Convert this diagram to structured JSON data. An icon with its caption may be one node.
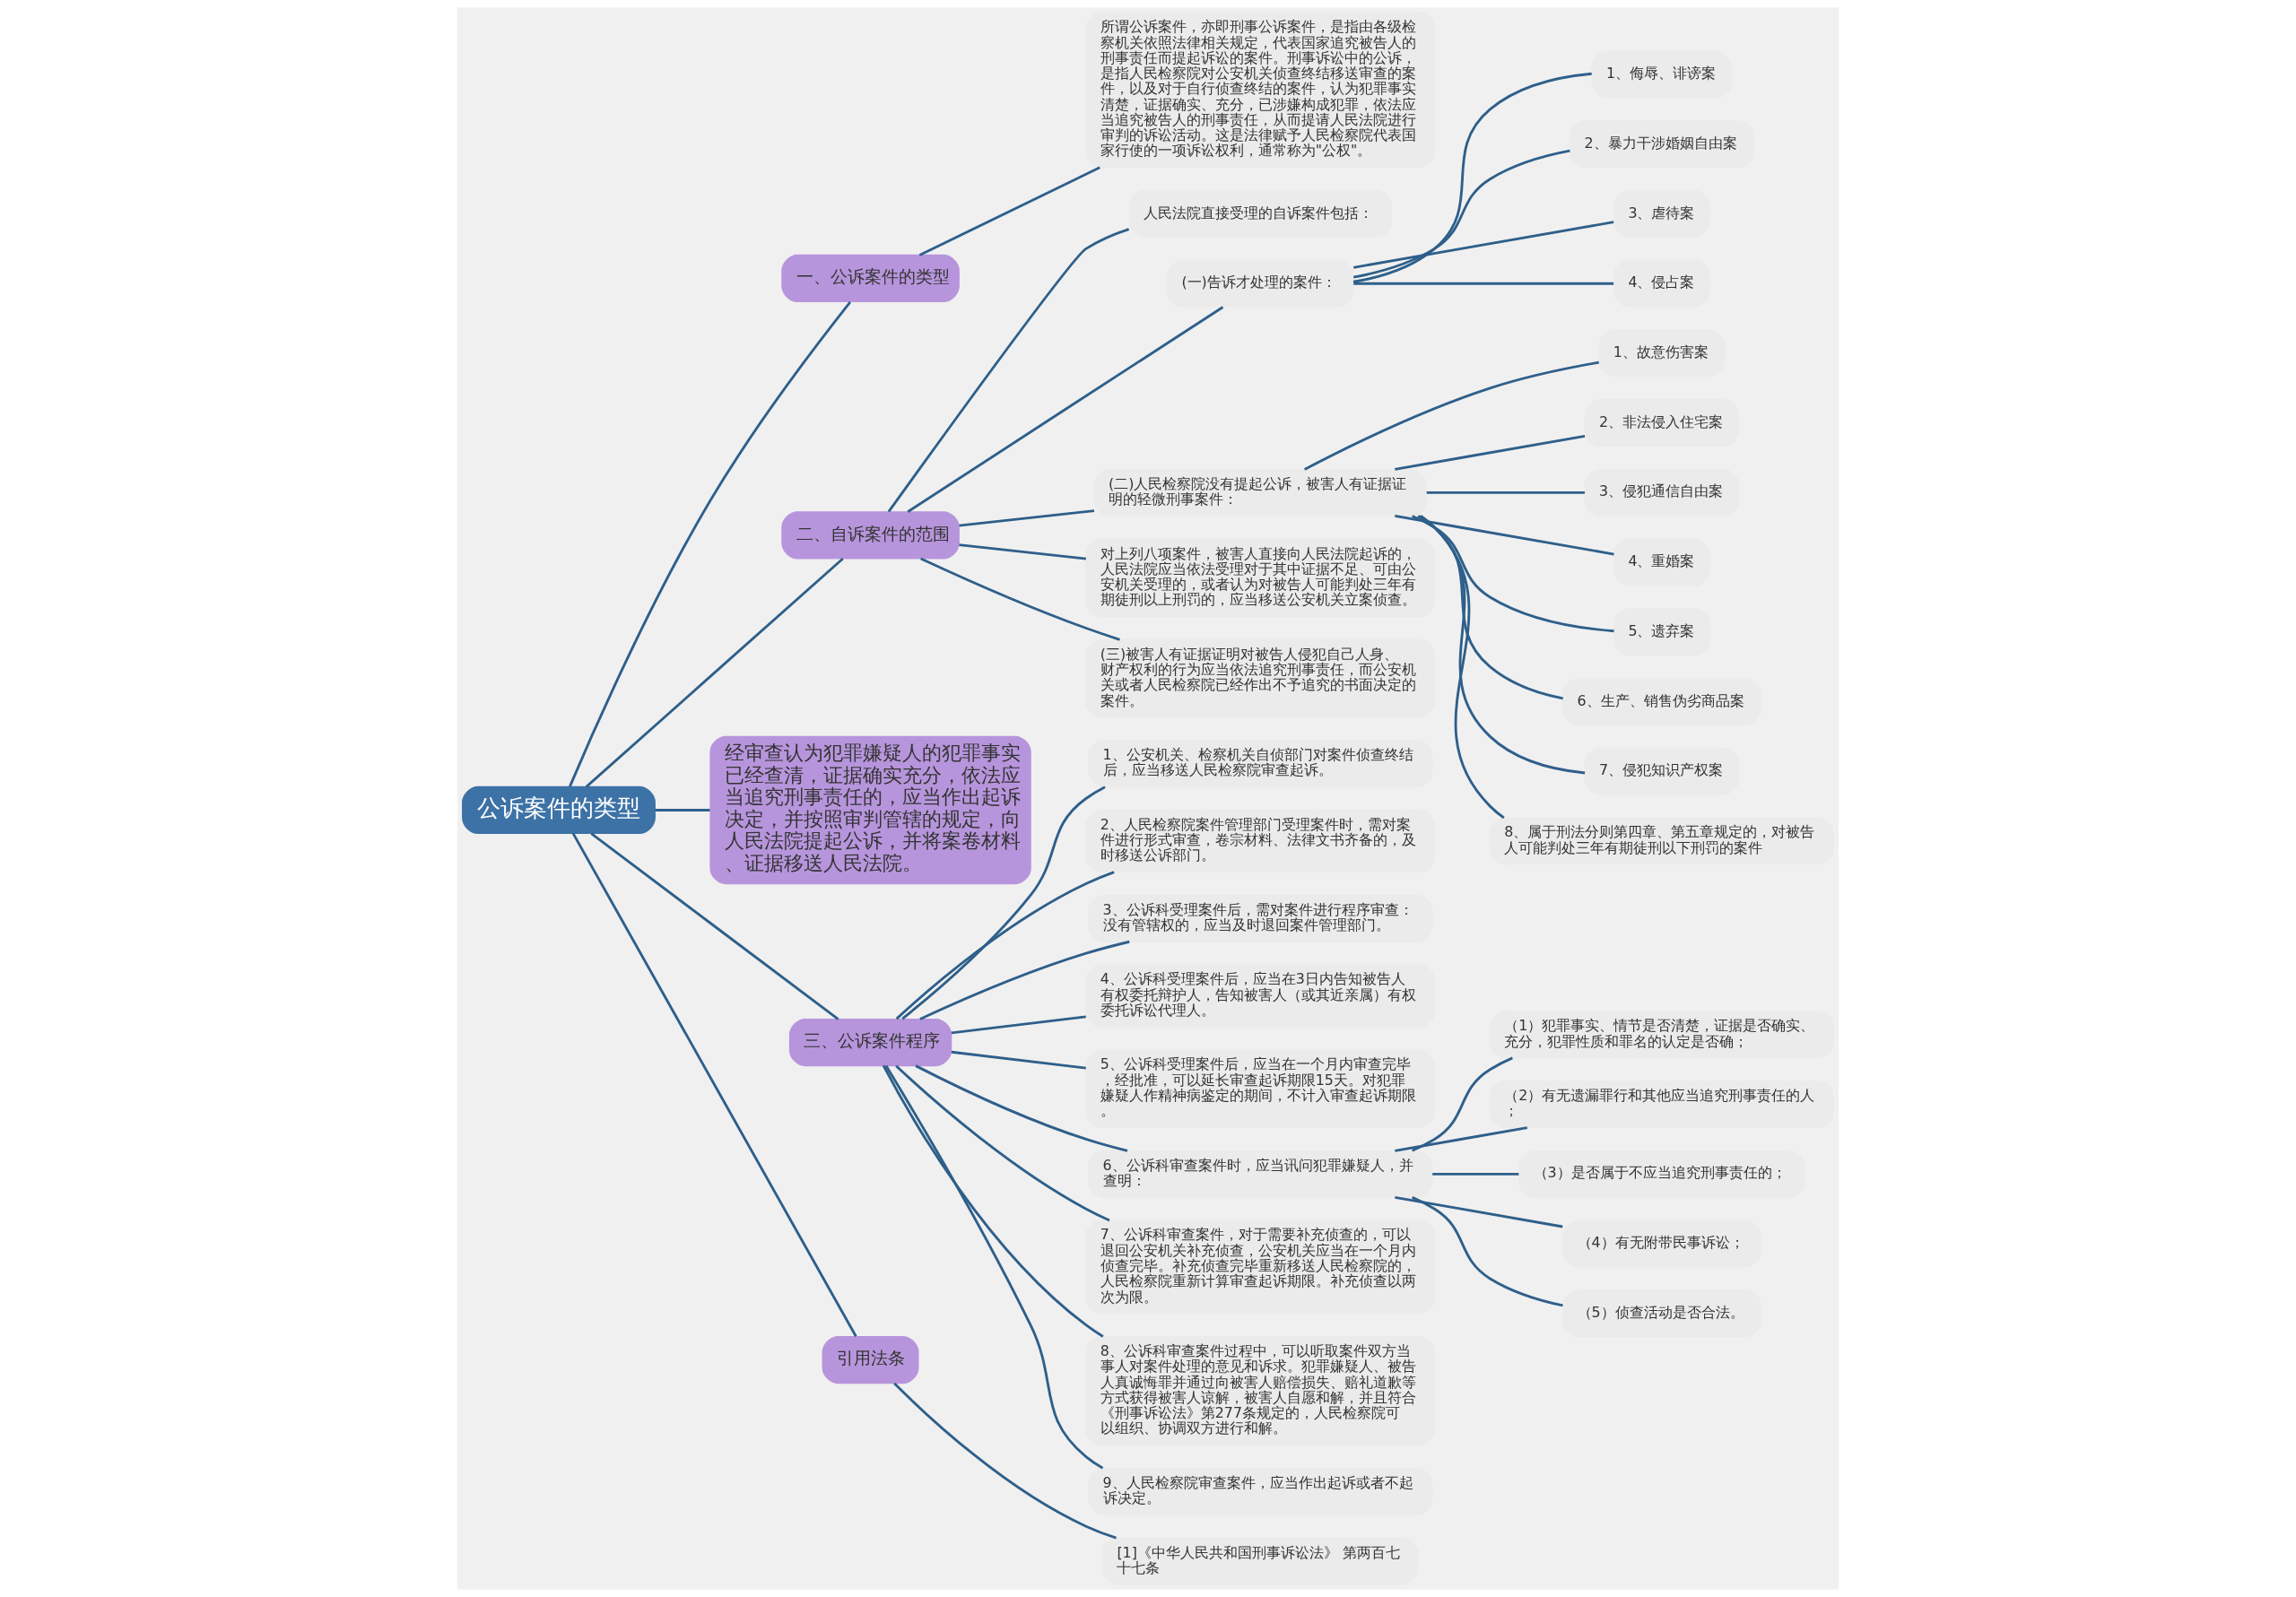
{
  "diagram": {
    "nodes": [
      {
        "text": [
          "公诉案件的类型"
        ]
      },
      {
        "text": [
          "一、公诉案件的类型"
        ]
      },
      {
        "text": [
          "所谓公诉案件，亦即刑事公诉案件，是指由各级检察机关依照法律相关规定，代表国家追究被告人的刑事责任而提起诉讼的案件。刑事诉讼中的公诉，是指人民检察院对公安机关侦查终结移送审查的案件，以及对于自行侦查终结的案件，认为犯罪事实清楚，证据确实、充分，已涉嫌构成犯罪，依法应当追究被告人的刑事责任，从而提请人民法院进行审判的诉讼活动。这是法律赋予人民检察院代表国家行使的一项诉讼权利，通常称为\"公权\"。"
        ]
      },
      {
        "text": [
          "二、自诉案件的范围"
        ]
      },
      {
        "text": [
          "人民法院直接受理的自诉案件包括："
        ]
      },
      {
        "text": [
          "(一)告诉才处理的案件："
        ]
      },
      {
        "text": [
          "1、侮辱、诽谤案"
        ]
      },
      {
        "text": [
          "2、暴力干涉婚姻自由案"
        ]
      },
      {
        "text": [
          "3、虐待案"
        ]
      },
      {
        "text": [
          "4、侵占案"
        ]
      },
      {
        "text": [
          "(二)人民检察院没有提起公诉，被害人有证据证明的轻微刑事案件："
        ]
      },
      {
        "text": [
          "1、故意伤害案"
        ]
      },
      {
        "text": [
          "2、非法侵入住宅案"
        ]
      },
      {
        "text": [
          "3、侵犯通信自由案"
        ]
      },
      {
        "text": [
          "4、重婚案"
        ]
      },
      {
        "text": [
          "5、遗弃案"
        ]
      },
      {
        "text": [
          "6、生产、销售伪劣商品案"
        ]
      },
      {
        "text": [
          "7、侵犯知识产权案"
        ]
      },
      {
        "text": [
          "8、属于刑法分则第四章、第五章规定的，对被告人可能判处三年有期徒刑以下刑罚的案件"
        ]
      },
      {
        "text": [
          "对上列八项案件，被害人直接向人民法院起诉的，人民法院应当依法受理对于其中证据不足、可由公安机关受理的，或者认为对被告人可能判处三年有期徒刑以上刑罚的，应当移送公安机关立案侦查。"
        ]
      },
      {
        "text": [
          "(三)被害人有证据证明对被告人侵犯自己人身、财产权利的行为应当依法追究刑事责任，而公安机关或者人民检察院已经作出不予追究的书面决定的案件。"
        ]
      },
      {
        "text": [
          "经审查认为犯罪嫌疑人的犯罪事实已经查清，证据确实充分，依法应当追究刑事责任的，应当作出起诉决定，并按照审判管辖的规定，向人民法院提起公诉，并将案卷材料、证据移送人民法院。"
        ]
      },
      {
        "text": [
          "三、公诉案件程序"
        ]
      },
      {
        "text": [
          "1、公安机关、检察机关自侦部门对案件侦查终结后，应当移送人民检察院审查起诉。"
        ]
      },
      {
        "text": [
          "2、人民检察院案件管理部门受理案件时，需对案件进行形式审查，卷宗材料、法律文书齐备的，及时移送公诉部门。"
        ]
      },
      {
        "text": [
          "3、公诉科受理案件后，需对案件进行程序审查：没有管辖权的，应当及时退回案件管理部门。"
        ]
      },
      {
        "text": [
          "4、公诉科受理案件后，应当在3日内告知被告人有权委托辩护人，告知被害人（或其近亲属）有权委托诉讼代理人。"
        ]
      },
      {
        "text": [
          "5、公诉科受理案件后，应当在一个月内审查完毕，经批准，可以延长审查起诉期限15天。对犯罪嫌疑人作精神病鉴定的期间，不计入审查起诉期限。"
        ]
      },
      {
        "text": [
          "6、公诉科审查案件时，应当讯问犯罪嫌疑人，并查明："
        ]
      },
      {
        "text": [
          "（1）犯罪事实、情节是否清楚，证据是否确实、充分，犯罪性质和罪名的认定是否确；"
        ]
      },
      {
        "text": [
          "（2）有无遗漏罪行和其他应当追究刑事责任的人；"
        ]
      },
      {
        "text": [
          "（3）是否属于不应当追究刑事责任的；"
        ]
      },
      {
        "text": [
          "（4）有无附带民事诉讼；"
        ]
      },
      {
        "text": [
          "（5）侦查活动是否合法。"
        ]
      },
      {
        "text": [
          "7、公诉科审查案件，对于需要补充侦查的，可以退回公安机关补充侦查，公安机关应当在一个月内侦查完毕。补充侦查完毕重新移送人民检察院的，人民检察院重新计算审查起诉期限。补充侦查以两次为限。"
        ]
      },
      {
        "text": [
          "8、公诉科审查案件过程中，可以听取案件双方当事人对案件处理的意见和诉求。犯罪嫌疑人、被告人真诚悔罪并通过向被害人赔偿损失、赔礼道歉等方式获得被害人谅解，被害人自愿和解，并且符合《刑事诉讼法》第277条规定的，人民检察院可以组织、协调双方进行和解。"
        ]
      },
      {
        "text": [
          "9、人民检察院审查案件，应当作出起诉或者不起诉决定。"
        ]
      },
      {
        "text": [
          "引用法条"
        ]
      },
      {
        "text": [
          "[1]《中华人民共和国刑事诉讼法》 第两百七十七条"
        ]
      }
    ],
    "edges": [
      {
        "from": 0,
        "to": 1,
        "arrow": "none"
      },
      {
        "from": 1,
        "to": 2,
        "arrow": "none"
      },
      {
        "from": 0,
        "to": 3,
        "arrow": "none"
      },
      {
        "from": 3,
        "to": 4,
        "arrow": "none"
      },
      {
        "from": 3,
        "to": 5,
        "arrow": "none"
      },
      {
        "from": 5,
        "to": 6,
        "arrow": "none"
      },
      {
        "from": 5,
        "to": 7,
        "arrow": "none"
      },
      {
        "from": 5,
        "to": 8,
        "arrow": "none"
      },
      {
        "from": 5,
        "to": 9,
        "arrow": "none"
      },
      {
        "from": 3,
        "to": 10,
        "arrow": "none"
      },
      {
        "from": 10,
        "to": 11,
        "arrow": "none"
      },
      {
        "from": 10,
        "to": 12,
        "arrow": "none"
      },
      {
        "from": 10,
        "to": 13,
        "arrow": "none"
      },
      {
        "from": 10,
        "to": 14,
        "arrow": "none"
      },
      {
        "from": 10,
        "to": 15,
        "arrow": "none"
      },
      {
        "from": 10,
        "to": 16,
        "arrow": "none"
      },
      {
        "from": 10,
        "to": 17,
        "arrow": "none"
      },
      {
        "from": 10,
        "to": 18,
        "arrow": "none"
      },
      {
        "from": 3,
        "to": 19,
        "arrow": "none"
      },
      {
        "from": 3,
        "to": 20,
        "arrow": "none"
      },
      {
        "from": 0,
        "to": 21,
        "arrow": "none"
      },
      {
        "from": 0,
        "to": 22,
        "arrow": "none"
      },
      {
        "from": 22,
        "to": 23,
        "arrow": "none"
      },
      {
        "from": 22,
        "to": 24,
        "arrow": "none"
      },
      {
        "from": 22,
        "to": 25,
        "arrow": "none"
      },
      {
        "from": 22,
        "to": 26,
        "arrow": "none"
      },
      {
        "from": 22,
        "to": 27,
        "arrow": "none"
      },
      {
        "from": 22,
        "to": 28,
        "arrow": "none"
      },
      {
        "from": 28,
        "to": 29,
        "arrow": "none"
      },
      {
        "from": 28,
        "to": 30,
        "arrow": "none"
      },
      {
        "from": 28,
        "to": 31,
        "arrow": "none"
      },
      {
        "from": 28,
        "to": 32,
        "arrow": "none"
      },
      {
        "from": 28,
        "to": 33,
        "arrow": "none"
      },
      {
        "from": 22,
        "to": 34,
        "arrow": "none"
      },
      {
        "from": 22,
        "to": 35,
        "arrow": "none"
      },
      {
        "from": 22,
        "to": 36,
        "arrow": "none"
      },
      {
        "from": 0,
        "to": 37,
        "arrow": "none"
      },
      {
        "from": 37,
        "to": 38,
        "arrow": "none"
      }
    ]
  }
}
